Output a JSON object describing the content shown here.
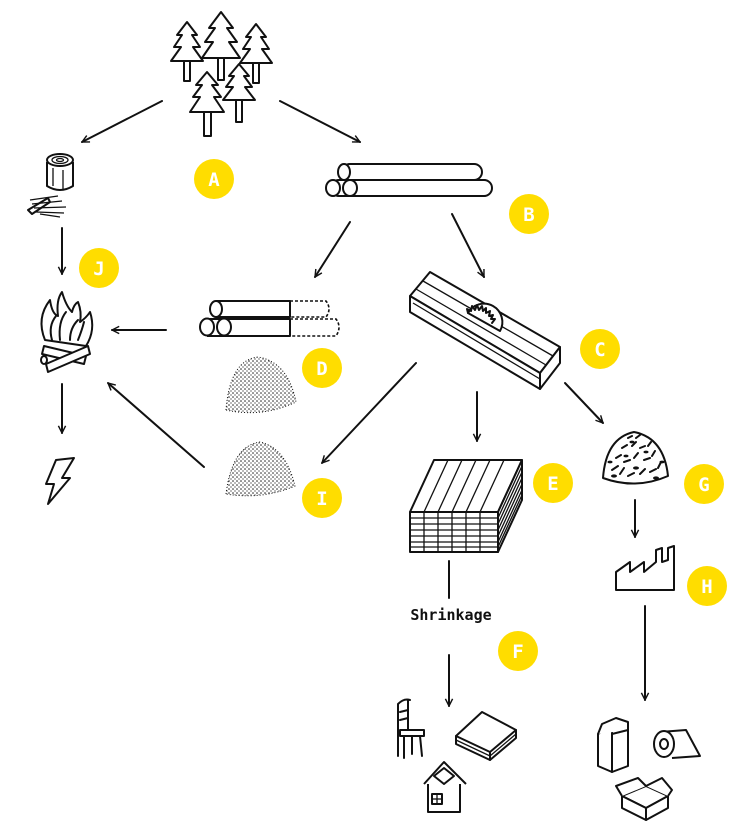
{
  "colors": {
    "badge": "#FFDD00",
    "ink": "#111111",
    "background": "#ffffff"
  },
  "badges": {
    "a": "A",
    "b": "B",
    "c": "C",
    "d": "D",
    "e": "E",
    "f": "F",
    "g": "G",
    "h": "H",
    "i": "I",
    "j": "J"
  },
  "labels": {
    "shrinkage": "Shrinkage"
  },
  "icons": [
    "forest-icon",
    "firewood-icon",
    "logs-icon",
    "sawmill-icon",
    "cut-logs-icon",
    "sawdust-icon",
    "campfire-icon",
    "energy-icon",
    "lumber-stack-icon",
    "wood-chips-icon",
    "factory-icon",
    "furniture-icon",
    "plywood-icon",
    "house-icon",
    "packaging-icon",
    "paper-roll-icon",
    "box-icon"
  ]
}
